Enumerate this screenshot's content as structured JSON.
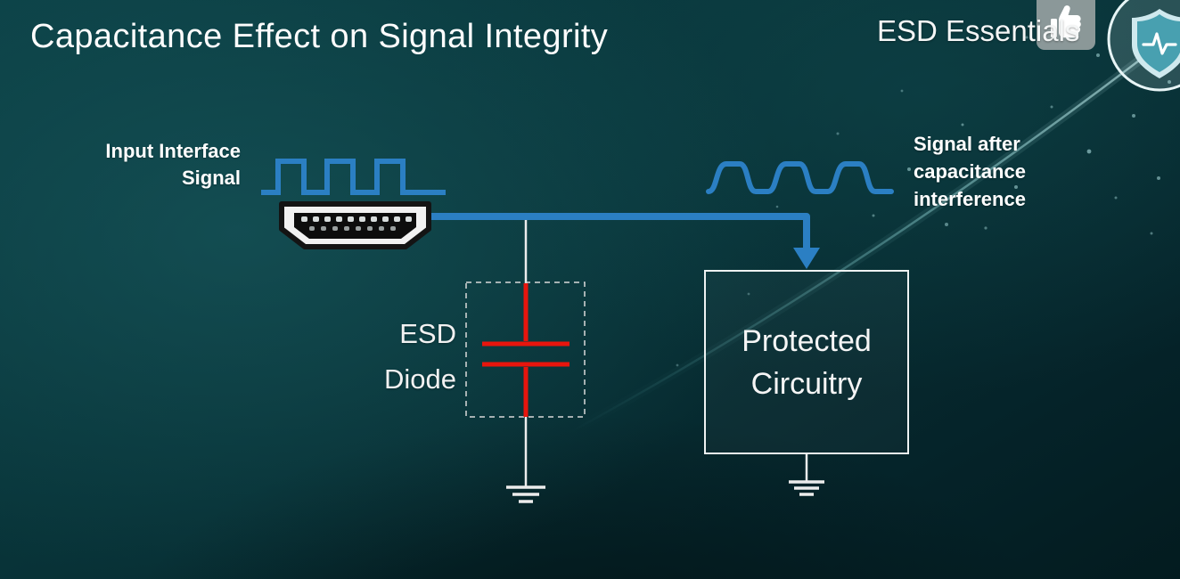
{
  "slide": {
    "title": "Capacitance Effect on Signal Integrity",
    "brand": "ESD Essentials"
  },
  "labels": {
    "input_signal": {
      "line1": "Input Interface",
      "line2": "Signal"
    },
    "output_signal": {
      "line1": "Signal after",
      "line2": "capacitance",
      "line3": "interference"
    },
    "esd_diode": {
      "line1": "ESD",
      "line2": "Diode"
    },
    "protected": {
      "line1": "Protected",
      "line2": "Circuitry"
    }
  },
  "icons": {
    "shield_badge": "esd-shield-logo",
    "thumbs_up": "like-icon"
  },
  "colors": {
    "signal_blue": "#2b7fc3",
    "capacitor_red": "#e8150d",
    "background_teal": "#07343a",
    "text_white": "#ffffff"
  }
}
